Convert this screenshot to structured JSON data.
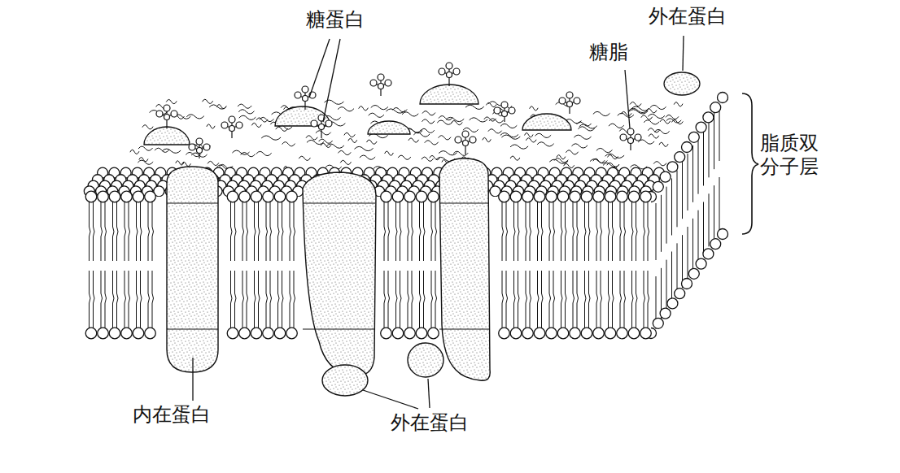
{
  "diagram": {
    "labels": [
      "糖蛋白",
      "外在蛋白",
      "糖脂",
      "脂质双 分子层",
      "内在蛋白",
      "外在蛋白"
    ]
  }
}
